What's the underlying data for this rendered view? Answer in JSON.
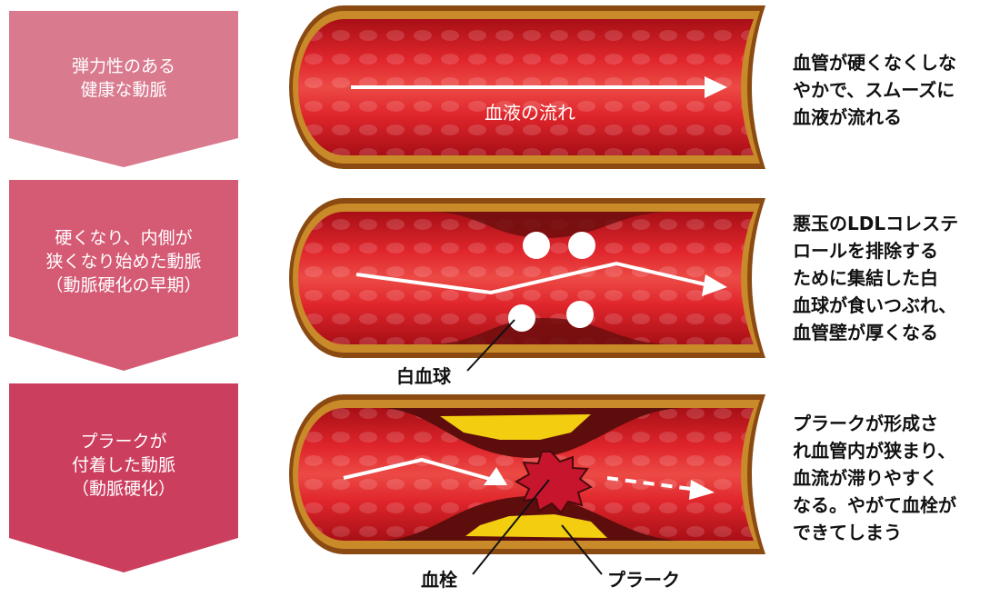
{
  "colors": {
    "stage1": "#d97a8e",
    "stage2": "#d55a74",
    "stage3": "#cc3e5e",
    "wall_outer": "#8a4a12",
    "wall_gold": "#c98a2a",
    "blood": "#d81e24",
    "plaque_dark": "#5e0d0d",
    "cholesterol": "#f2cd10",
    "clot": "#c6152d"
  },
  "stages": [
    {
      "label_lines": [
        "弾力性のある",
        "健康な動脈"
      ],
      "description_lines": [
        "血管が硬くなくしな",
        "やかで、スムーズに",
        "血液が流れる"
      ]
    },
    {
      "label_lines": [
        "硬くなり、内側が",
        "狭くなり始めた動脈",
        "（動脈硬化の早期）"
      ],
      "description_lines": [
        "悪玉のLDLコレステ",
        "ロールを排除する",
        "ために集結した白",
        "血球が食いつぶれ、",
        "血管壁が厚くなる"
      ]
    },
    {
      "label_lines": [
        "プラークが",
        "付着した動脈",
        "（動脈硬化）"
      ],
      "description_lines": [
        "プラークが形成さ",
        "れ血管内が狭まり、",
        "血流が滞りやすく",
        "なる。やがて血栓が",
        "できてしまう"
      ]
    }
  ],
  "labels": {
    "blood_flow": "血液の流れ",
    "white_blood_cell": "白血球",
    "thrombus": "血栓",
    "plaque": "プラーク"
  }
}
